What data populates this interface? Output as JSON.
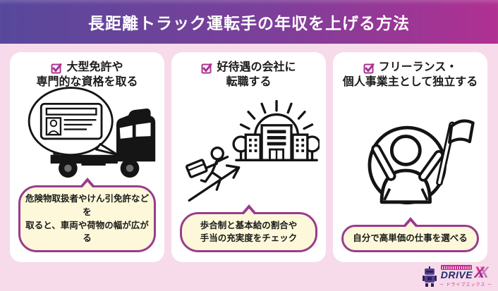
{
  "header": {
    "title": "長距離トラック運転手の年収を上げる方法"
  },
  "cards": [
    {
      "title_line1": "大型免許や",
      "title_line2": "専門的な資格を取る",
      "illustration": "truck-with-drivers-license-speech-bubble",
      "note_line1": "危険物取扱者やけん引免許などを",
      "note_line2": "取ると、車両や荷物の幅が広がる"
    },
    {
      "title_line1": "好待遇の会社に",
      "title_line2": "転職する",
      "illustration": "person-climbing-arrow-to-shining-company",
      "note_line1": "歩合制と基本給の割合や",
      "note_line2": "手当の充実度をチェック"
    },
    {
      "title_line1": "フリーランス・",
      "title_line2": "個人事業主として独立する",
      "illustration": "person-in-ring-raising-flag",
      "note_line1": "自分で高単価の仕事を選べる",
      "note_line2": ""
    }
  ],
  "logo": {
    "brand": "DRIVE",
    "x_mark": "X",
    "subtitle": "ー ドライブエックス ー"
  },
  "icons": {
    "card_bullet": "checkbox-checked-icon",
    "logo_mascot": "robot-mascot-icon"
  },
  "colors": {
    "header_gradient_start": "#57489b",
    "header_gradient_end": "#b03092",
    "background_pink": "#f7dbea",
    "card_background": "#ffffff",
    "accent_magenta": "#a93391",
    "bubble_background": "#fcf8d9",
    "bubble_border": "#9b3b8d",
    "logo_navy": "#232a6b",
    "logo_magenta": "#c52f90",
    "text_black": "#1a1a1a"
  }
}
